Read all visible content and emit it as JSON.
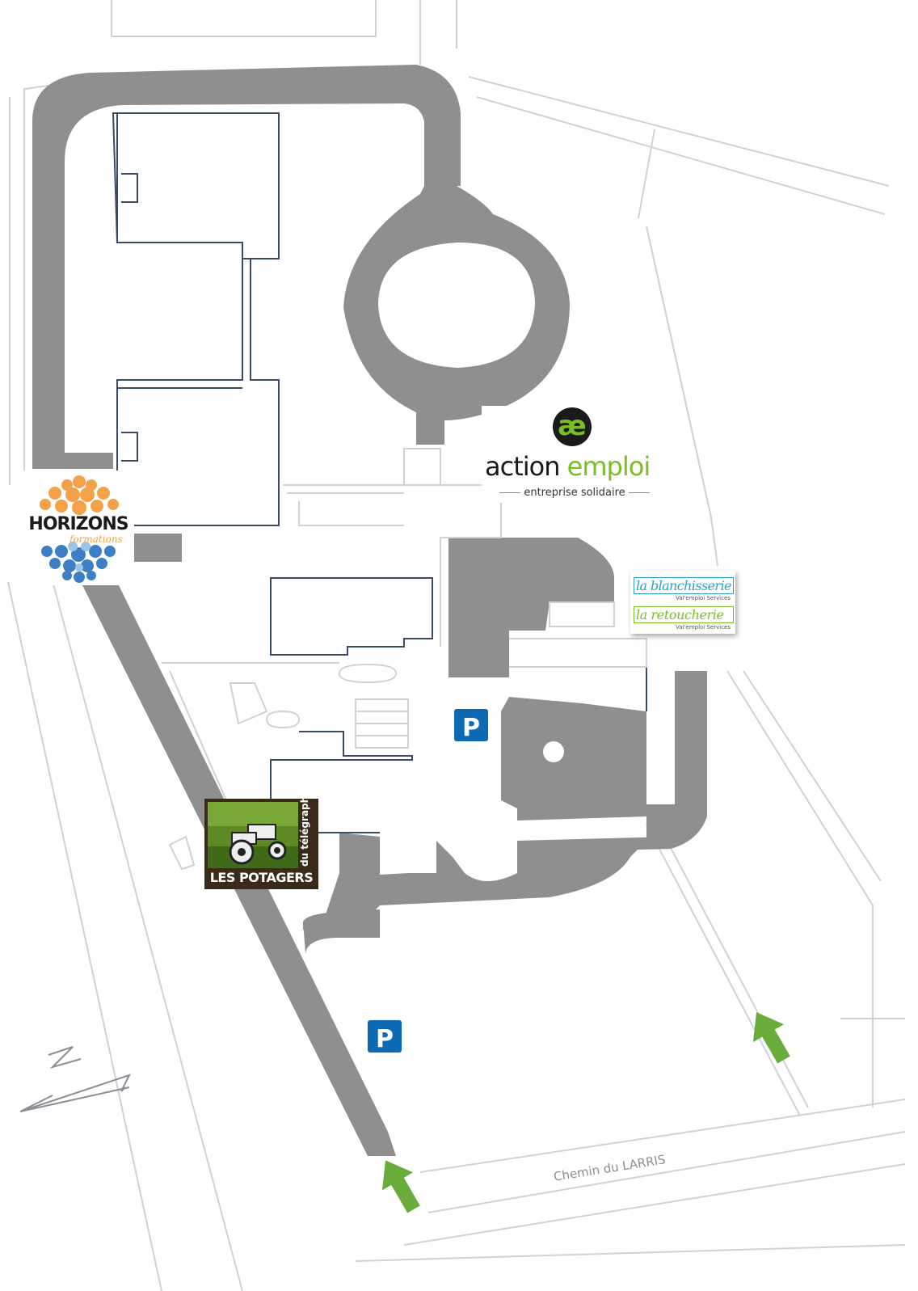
{
  "colors": {
    "road": "#8f8f8f",
    "line": "#cfd2d6",
    "building_line": "#3b4a66",
    "parking_blue": "#0b6ab3",
    "arrow_green": "#6aac3c",
    "ae_green": "#79bd28",
    "laundry_blue": "#2aa0c6",
    "laundry_green": "#7cbd2a",
    "horizons_orange": "#f3a24a",
    "horizons_blue": "#3d7fc4",
    "potagers_green": "#5d8a25"
  },
  "map": {
    "street_label": "Chemin du LARRIS",
    "parking_1": "P",
    "parking_2": "P",
    "north_letter": "N"
  },
  "logos": {
    "action_emploi": {
      "monogram": "æ",
      "word1": "action",
      "word2": "emploi",
      "tagline": "entreprise solidaire"
    },
    "laundry": {
      "line1": "la blanchisserie",
      "sub1": "Val'emploi Services",
      "line2": "la retoucherie",
      "sub2": "Val'emploi Services"
    },
    "horizons": {
      "title": "HORIZONS",
      "subtitle": "formations"
    },
    "potagers": {
      "title": "LES POTAGERS",
      "vertical": "du télégraphe"
    }
  }
}
